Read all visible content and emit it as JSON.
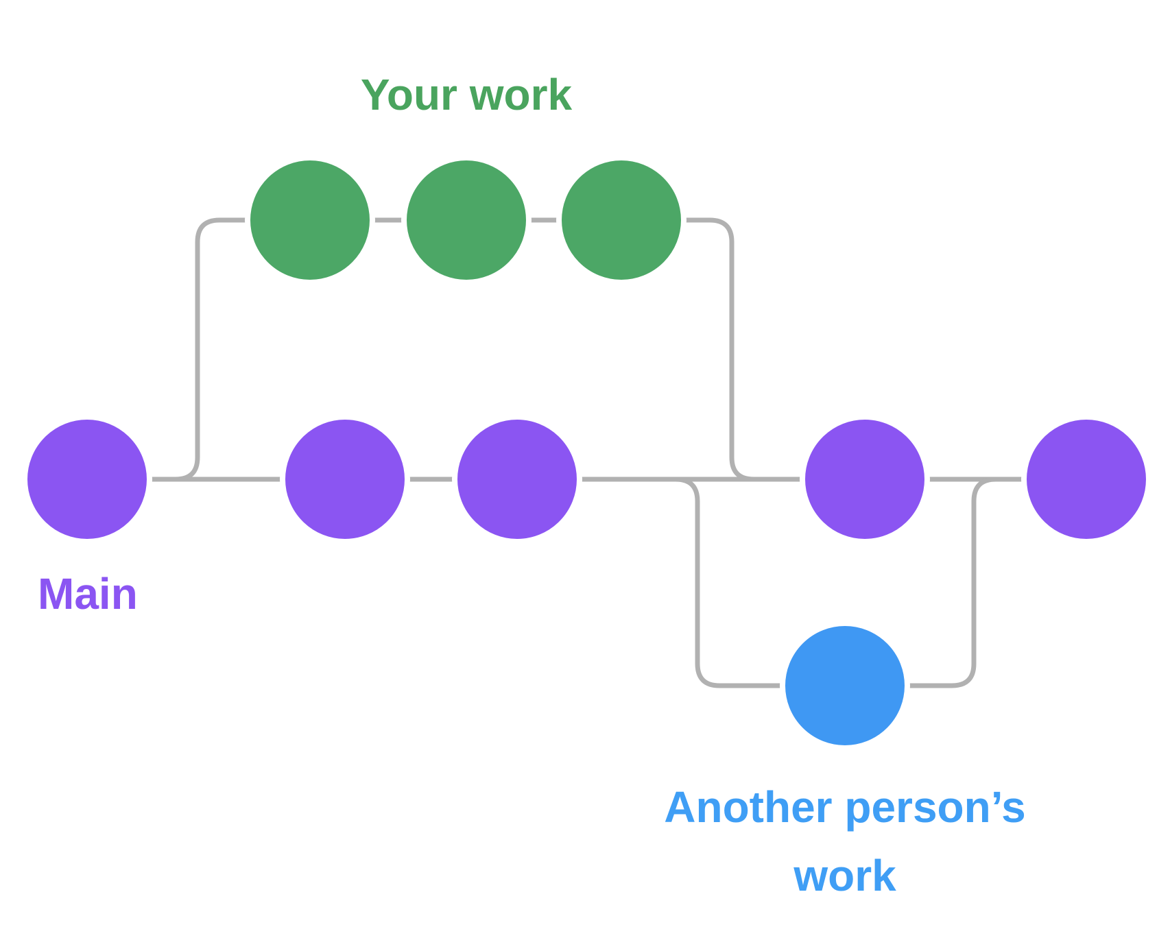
{
  "diagram": {
    "type": "git-branching",
    "background_color": "#ffffff",
    "connector_color": "#b1b1b1",
    "branches": [
      {
        "id": "your-work",
        "label": "Your work",
        "color": "#4ca766",
        "label_color": "#4aa45e",
        "commit_count": 3,
        "position": "above-main"
      },
      {
        "id": "main",
        "label": "Main",
        "color": "#8b55f2",
        "label_color": "#8b55f2",
        "commit_count": 5,
        "position": "center"
      },
      {
        "id": "another-person",
        "label_line1": "Another person’s",
        "label_line2": "work",
        "color": "#3f98f3",
        "label_color": "#3f9ef5",
        "commit_count": 1,
        "position": "below-main"
      }
    ]
  }
}
